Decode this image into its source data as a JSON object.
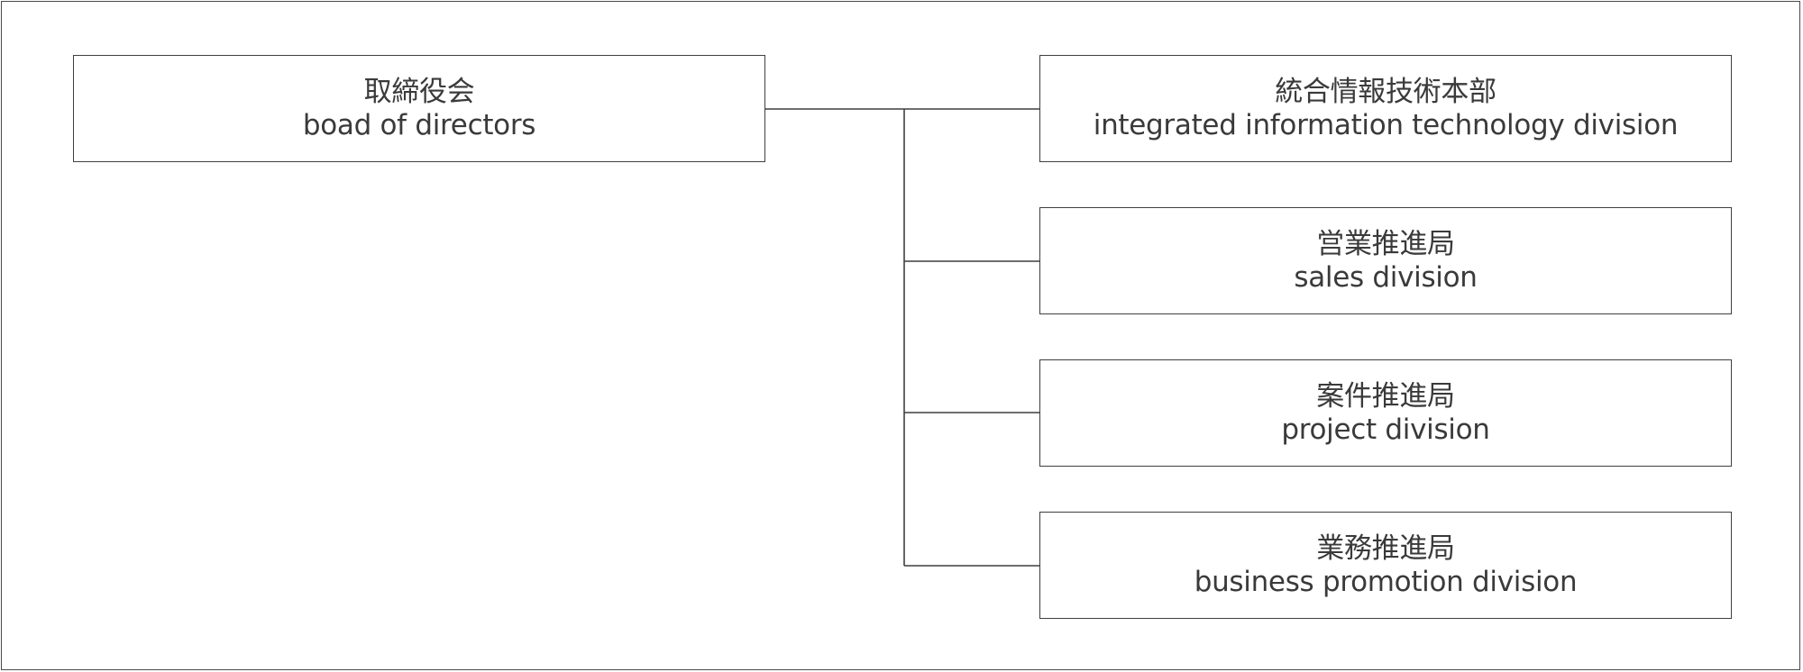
{
  "org_chart": {
    "board": {
      "name_jp": "取締役会",
      "name_en": "boad of directors"
    },
    "divisions": [
      {
        "name_jp": "統合情報技術本部",
        "name_en": "integrated information technology division"
      },
      {
        "name_jp": "営業推進局",
        "name_en": "sales division"
      },
      {
        "name_jp": "案件推進局",
        "name_en": "project division"
      },
      {
        "name_jp": "業務推進局",
        "name_en": "business promotion division"
      }
    ]
  }
}
